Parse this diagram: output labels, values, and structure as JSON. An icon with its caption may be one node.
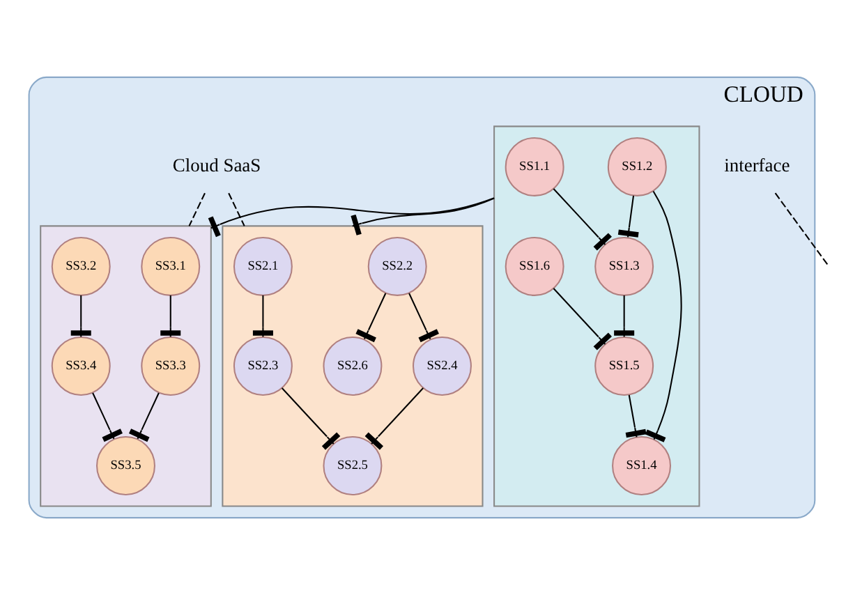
{
  "diagram": {
    "nodes": [
      {
        "text": [
          "CLOUD"
        ]
      },
      {
        "text": [],
        "shape": "box",
        "in": 0
      },
      {
        "text": [
          "SS1.1"
        ],
        "in": 1
      },
      {
        "text": [
          "SS1.2"
        ],
        "in": 1
      },
      {
        "text": [
          "SS1.3"
        ],
        "in": 1
      },
      {
        "text": [
          "SS1.6"
        ],
        "in": 1
      },
      {
        "text": [
          "SS1.4"
        ],
        "in": 1
      },
      {
        "text": [
          "SS1.5"
        ],
        "in": 1
      },
      {
        "text": [
          "interface"
        ],
        "in": 0
      },
      {
        "text": [],
        "shape": "box",
        "in": 0
      },
      {
        "text": [
          "SS2.1"
        ],
        "in": 9
      },
      {
        "text": [
          "SS2.2"
        ],
        "in": 9
      },
      {
        "text": [
          "SS2.3"
        ],
        "in": 9
      },
      {
        "text": [
          "SS2.4"
        ],
        "in": 9
      },
      {
        "text": [
          "SS2.6"
        ],
        "in": 9
      },
      {
        "text": [
          "SS2.5"
        ],
        "in": 9
      },
      {
        "text": [],
        "shape": "box",
        "in": 0
      },
      {
        "text": [
          "SS3.1"
        ],
        "in": 16
      },
      {
        "text": [
          "SS3.2"
        ],
        "in": 16
      },
      {
        "text": [
          "SS3.3"
        ],
        "in": 16
      },
      {
        "text": [
          "SS3.4"
        ],
        "in": 16
      },
      {
        "text": [
          "SS3.5"
        ],
        "in": 16
      },
      {
        "text": [
          "Cloud SaaS"
        ],
        "in": 0
      }
    ],
    "edges": [
      {
        "from": 2,
        "to": 4,
        "arrow": "other"
      },
      {
        "from": 3,
        "to": 4,
        "arrow": "other"
      },
      {
        "from": 3,
        "to": 6,
        "arrow": "other"
      },
      {
        "from": 5,
        "to": 7,
        "arrow": "other"
      },
      {
        "from": 4,
        "to": 7,
        "arrow": "other"
      },
      {
        "from": 7,
        "to": 6,
        "arrow": "other"
      },
      {
        "from": 10,
        "to": 12,
        "arrow": "other"
      },
      {
        "from": 11,
        "to": 13,
        "arrow": "other"
      },
      {
        "from": 11,
        "to": 14,
        "arrow": "other"
      },
      {
        "from": 12,
        "to": 15,
        "arrow": "other"
      },
      {
        "from": 13,
        "to": 15,
        "arrow": "other"
      },
      {
        "from": 17,
        "to": 19,
        "arrow": "other"
      },
      {
        "from": 18,
        "to": 20,
        "arrow": "other"
      },
      {
        "from": 19,
        "to": 21,
        "arrow": "other"
      },
      {
        "from": 20,
        "to": 21,
        "arrow": "other"
      },
      {
        "from": 1,
        "to": 9,
        "arrow": "other"
      },
      {
        "from": 1,
        "to": 16,
        "arrow": "other"
      },
      {
        "from": 8,
        "to": null,
        "arrow": "none",
        "style": "dashed"
      },
      {
        "from": 22,
        "to": 9,
        "arrow": "none",
        "style": "dashed"
      },
      {
        "from": 22,
        "to": 16,
        "arrow": "none",
        "style": "dashed"
      }
    ]
  }
}
